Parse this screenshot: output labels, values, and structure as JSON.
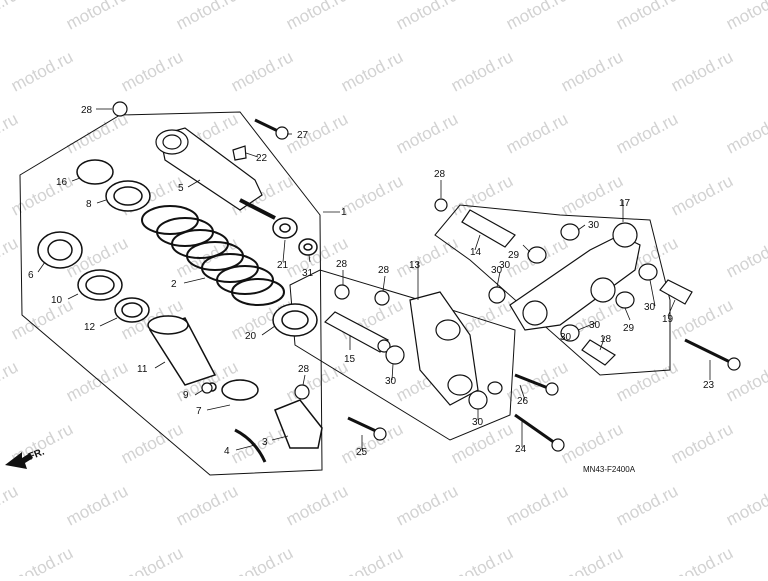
{
  "diagram": {
    "type": "exploded parts diagram",
    "code_label": "MN43-F2400A",
    "direction_label": "FR.",
    "watermark_text": "motod.ru",
    "callouts": [
      "1",
      "2",
      "3",
      "4",
      "5",
      "6",
      "7",
      "8",
      "9",
      "10",
      "11",
      "12",
      "13",
      "14",
      "15",
      "16",
      "17",
      "18",
      "19",
      "20",
      "21",
      "22",
      "23",
      "24",
      "25",
      "26",
      "27",
      "28",
      "28",
      "28",
      "28",
      "28",
      "29",
      "29",
      "30",
      "30",
      "30",
      "30",
      "30",
      "30",
      "30",
      "30",
      "31"
    ]
  }
}
